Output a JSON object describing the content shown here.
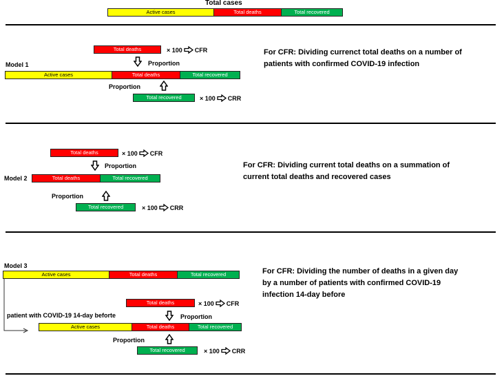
{
  "header": {
    "title": "Total cases",
    "active": "Active cases",
    "deaths": "Total deaths",
    "recovered": "Total recovered"
  },
  "model1": {
    "name": "Model 1",
    "deaths": "Total deaths",
    "active": "Active cases",
    "recovered": "Total recovered",
    "times": "× 100",
    "cfr": "CFR",
    "crr": "CRR",
    "proportion_top": "Proportion",
    "proportion_bottom": "Proportion",
    "note": "For CFR: Dividing currenct total deaths on a number of patients with confirmed COVID-19 infection"
  },
  "model2": {
    "name": "Model 2",
    "deaths": "Total deaths",
    "recovered": "Total recovered",
    "times": "× 100",
    "cfr": "CFR",
    "crr": "CRR",
    "proportion_top": "Proportion",
    "proportion_bottom": "Proportion",
    "note": "For CFR: Dividing current total deaths on a summation of current total deaths and recovered cases"
  },
  "model3": {
    "name": "Model 3",
    "active": "Active cases",
    "deaths": "Total deaths",
    "recovered": "Total recovered",
    "times": "× 100",
    "cfr": "CFR",
    "crr": "CRR",
    "proportion_top": "Proportion",
    "proportion_bottom": "Proportion",
    "lag_label": "patient with COVID-19 14-day beforte",
    "note": "For CFR: Dividing the number of deaths in a given day by a  number of patients with confirmed COVID-19 infection 14-day before"
  },
  "colors": {
    "active": "#ffff00",
    "deaths": "#ff0000",
    "recovered": "#00b050"
  }
}
